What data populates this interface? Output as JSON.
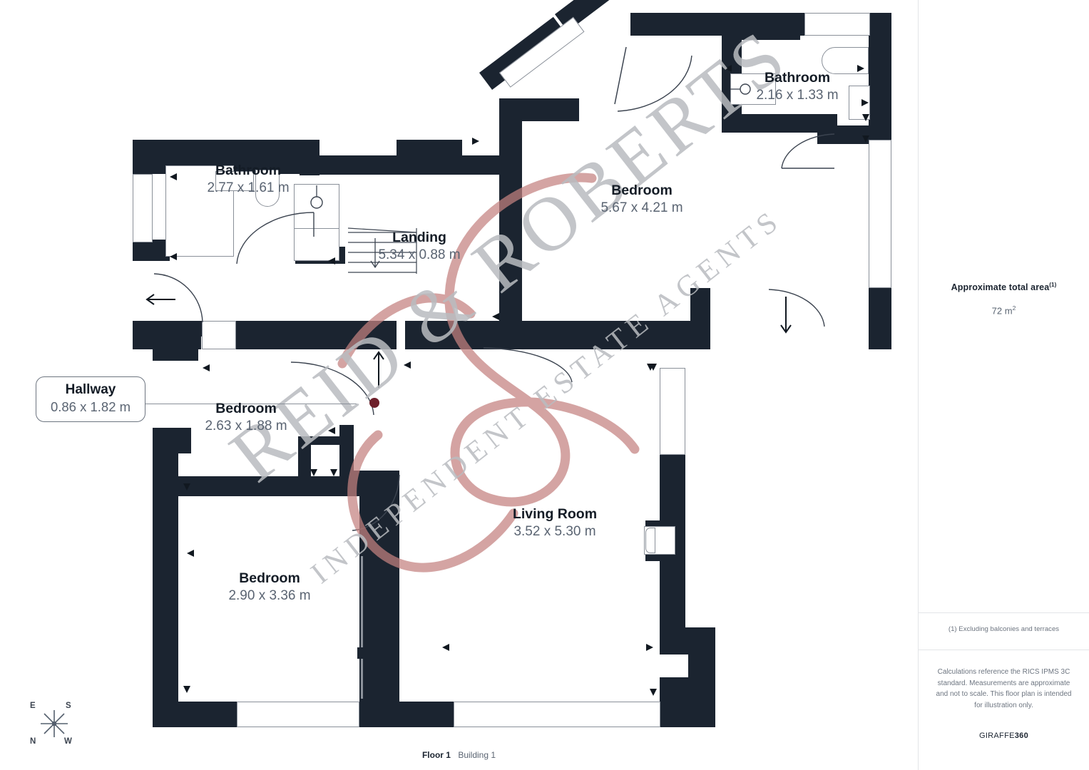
{
  "document": {
    "type": "floor-plan",
    "footer": {
      "floor_label": "Floor 1",
      "building_label": "Building 1"
    }
  },
  "side_panel": {
    "area_title": "Approximate total area",
    "area_title_sup": "(1)",
    "area_value": "72 m",
    "area_value_sup": "2",
    "footnote": "(1) Excluding balconies and terraces",
    "disclaimer": "Calculations reference the RICS IPMS 3C standard. Measurements are approximate and not to scale. This floor plan is intended for illustration only.",
    "brand_prefix": "GIRAFFE",
    "brand_suffix": "360"
  },
  "compass": {
    "north": "N",
    "south": "S",
    "east": "E",
    "west": "W"
  },
  "watermark": {
    "line1": "REID & ROBERTS",
    "line2": "INDEPENDENT ESTATE AGENTS"
  },
  "rooms": [
    {
      "id": "bathroom-top-left",
      "name": "Bathroom",
      "dimensions": "2.77 x 1.61 m"
    },
    {
      "id": "bathroom-top-right",
      "name": "Bathroom",
      "dimensions": "2.16 x 1.33 m"
    },
    {
      "id": "landing",
      "name": "Landing",
      "dimensions": "5.34 x 0.88 m"
    },
    {
      "id": "bedroom-main",
      "name": "Bedroom",
      "dimensions": "5.67 x 4.21 m"
    },
    {
      "id": "hallway",
      "name": "Hallway",
      "dimensions": "0.86 x 1.82 m"
    },
    {
      "id": "bedroom-small",
      "name": "Bedroom",
      "dimensions": "2.63 x 1.88 m"
    },
    {
      "id": "bedroom-lower",
      "name": "Bedroom",
      "dimensions": "2.90 x 3.36 m"
    },
    {
      "id": "living-room",
      "name": "Living Room",
      "dimensions": "3.52 x 5.30 m"
    }
  ],
  "colors": {
    "wall": "#1b2430",
    "room_name": "#141c26",
    "dimension": "#5a6472",
    "panel_border": "#e3e5e8",
    "watermark_red": "#c4817f",
    "watermark_grey": "#b9bcc0"
  }
}
